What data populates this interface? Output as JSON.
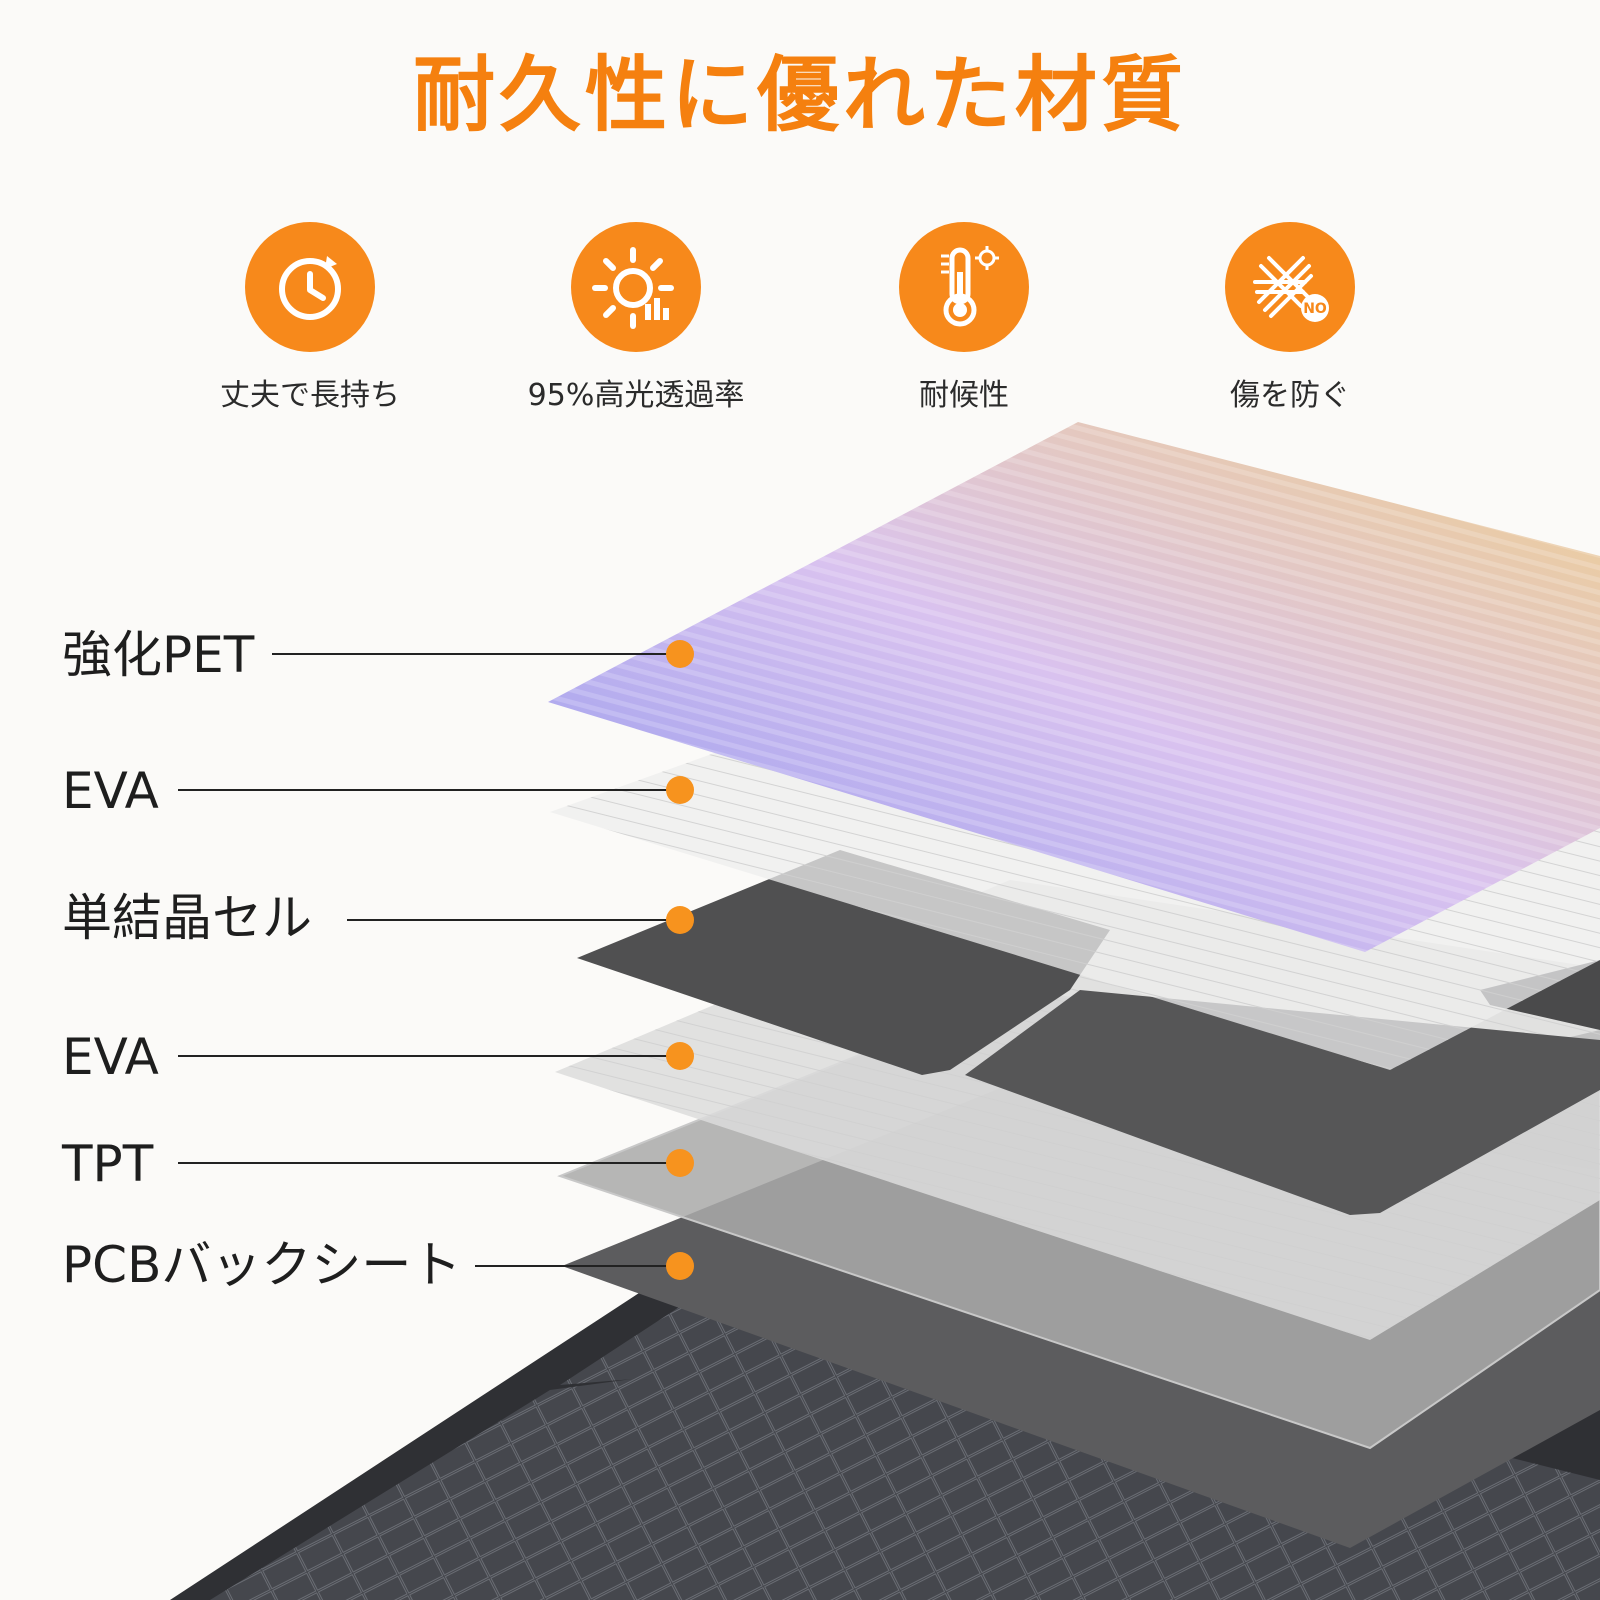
{
  "title": "耐久性に優れた材質",
  "colors": {
    "accent": "#f7891b",
    "title": "#f5800f",
    "dot": "#f7931e"
  },
  "features": [
    {
      "label": "丈夫で長持ち",
      "icon": "clock-icon"
    },
    {
      "label": "95%高光透過率",
      "icon": "sun-icon"
    },
    {
      "label": "耐候性",
      "icon": "thermometer-icon"
    },
    {
      "label": "傷を防ぐ",
      "icon": "scratch-no-icon",
      "badge": "NO"
    }
  ],
  "layers": [
    {
      "label": "強化PET"
    },
    {
      "label": "EVA"
    },
    {
      "label": "単結晶セル"
    },
    {
      "label": "EVA"
    },
    {
      "label": "TPT"
    },
    {
      "label": "PCBバックシート"
    }
  ]
}
